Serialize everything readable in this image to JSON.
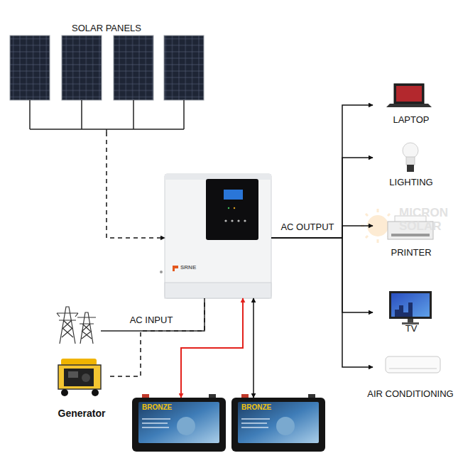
{
  "diagram": {
    "nodes": [
      {
        "text": [
          "SOLAR PANELS"
        ]
      },
      {
        "text": [
          "SRNE"
        ]
      },
      {
        "text": [
          "LAPTOP"
        ]
      },
      {
        "text": [
          "LIGHTING"
        ]
      },
      {
        "text": [
          "PRINTER"
        ]
      },
      {
        "text": [
          "TV"
        ]
      },
      {
        "text": [
          "AIR CONDITIONING"
        ]
      },
      {
        "text": [
          "Generator"
        ]
      },
      {
        "text": [
          "BRONZE"
        ]
      },
      {
        "text": [
          "BRONZE"
        ]
      }
    ],
    "edges": [
      {
        "from": 0,
        "to": 1,
        "arrow": "to"
      },
      {
        "from": 1,
        "to": 2,
        "arrow": "to"
      },
      {
        "from": 1,
        "to": 3,
        "arrow": "to"
      },
      {
        "from": 1,
        "to": 4,
        "arrow": "to"
      },
      {
        "from": 1,
        "to": 5,
        "arrow": "to"
      },
      {
        "from": 1,
        "to": 6,
        "arrow": "to"
      },
      {
        "from": 7,
        "to": 1,
        "arrow": "none"
      },
      {
        "from": 8,
        "to": 1,
        "arrow": "both"
      },
      {
        "from": 9,
        "to": 1,
        "arrow": "both"
      }
    ],
    "labels": [
      "AC OUTPUT",
      "AC INPUT",
      "MICRON",
      "SOLAR"
    ]
  }
}
